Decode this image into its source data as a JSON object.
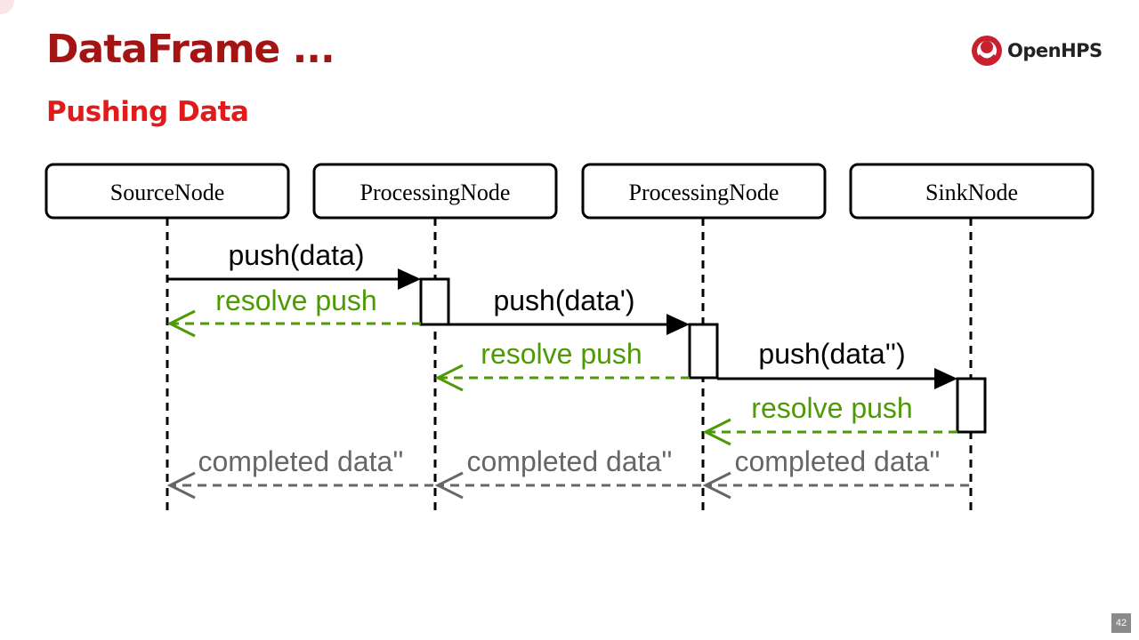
{
  "slide": {
    "title": "DataFrame ...",
    "subtitle": "Pushing Data",
    "logo_text": "OpenHPS",
    "page_number": "42"
  },
  "colors": {
    "title": "#a51414",
    "subtitle": "#e11a1a",
    "push": "#000000",
    "resolve": "#4e9a06",
    "completed": "#666666"
  },
  "diagram": {
    "nodes": [
      {
        "label": "SourceNode"
      },
      {
        "label": "ProcessingNode"
      },
      {
        "label": "ProcessingNode"
      },
      {
        "label": "SinkNode"
      }
    ],
    "messages": [
      {
        "label": "push(data)",
        "kind": "push",
        "from": 0,
        "to": 1
      },
      {
        "label": "resolve push",
        "kind": "resolve",
        "from": 1,
        "to": 0
      },
      {
        "label": "push(data')",
        "kind": "push",
        "from": 1,
        "to": 2
      },
      {
        "label": "resolve push",
        "kind": "resolve",
        "from": 2,
        "to": 1
      },
      {
        "label": "push(data'')",
        "kind": "push",
        "from": 2,
        "to": 3
      },
      {
        "label": "resolve push",
        "kind": "resolve",
        "from": 3,
        "to": 2
      },
      {
        "label": "completed data''",
        "kind": "completed",
        "from": 1,
        "to": 0
      },
      {
        "label": "completed data''",
        "kind": "completed",
        "from": 2,
        "to": 1
      },
      {
        "label": "completed data''",
        "kind": "completed",
        "from": 3,
        "to": 2
      }
    ]
  }
}
